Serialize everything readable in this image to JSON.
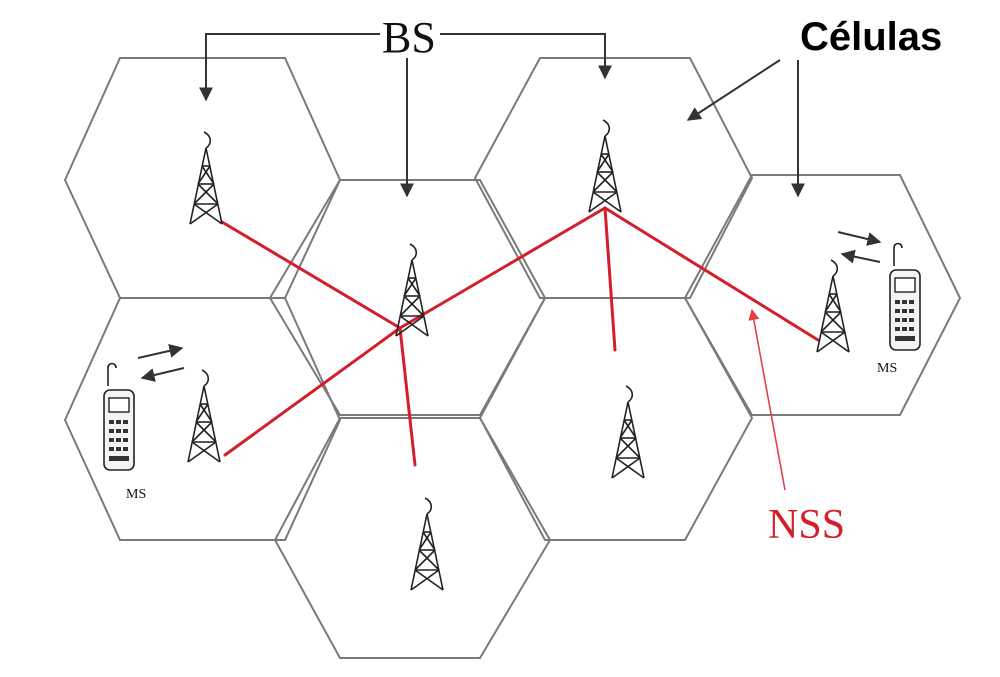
{
  "labels": {
    "bs": "BS",
    "celulas": "Células",
    "ms": "MS",
    "nss": "NSS"
  },
  "colors": {
    "link": "#d41e2a",
    "hex": "#7a7a7a"
  },
  "icons": [
    "antenna-tower-icon",
    "mobile-phone-icon",
    "signal-arrows-icon"
  ]
}
